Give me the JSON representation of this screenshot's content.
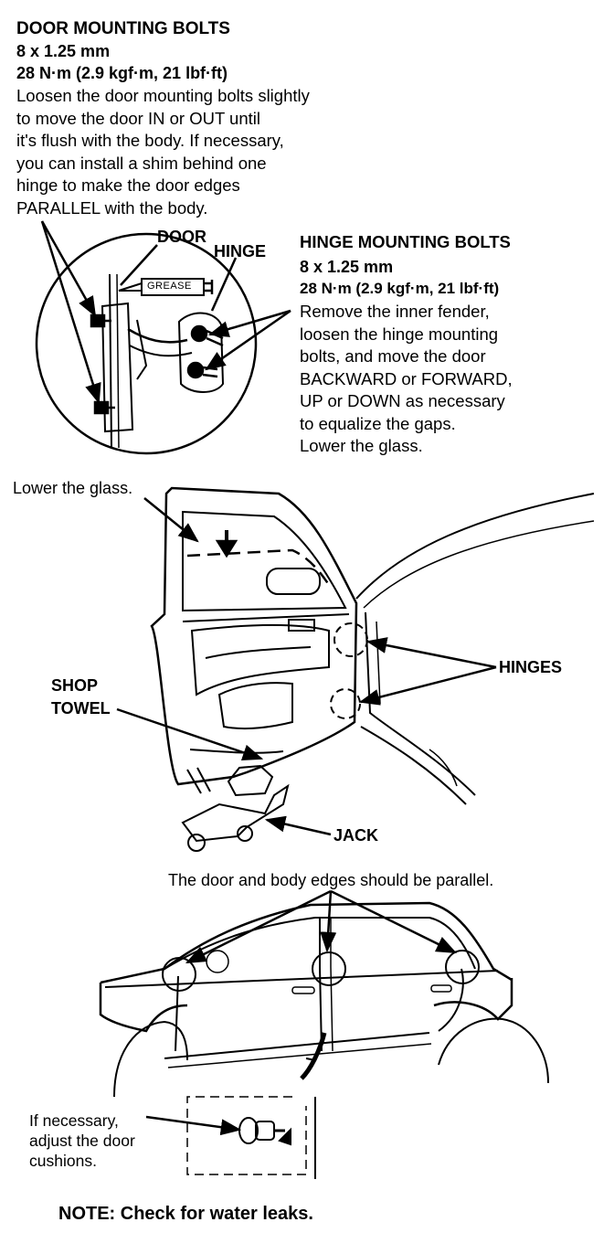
{
  "door_bolts": {
    "title": "DOOR MOUNTING BOLTS",
    "size": "8 x 1.25 mm",
    "torque": "28 N·m (2.9 kgf·m, 21 lbf·ft)",
    "instructions": [
      "Loosen the door mounting bolts slightly",
      "to move the door IN or OUT until",
      "it's flush with the body. If necessary,",
      "you can install a shim behind one",
      "hinge to make the door edges",
      "PARALLEL with the body."
    ]
  },
  "hinge_bolts": {
    "title": "HINGE MOUNTING BOLTS",
    "size": "8 x 1.25 mm",
    "torque": "28 N·m (2.9 kgf·m, 21 lbf·ft)",
    "instructions": [
      "Remove the inner fender,",
      "loosen the hinge mounting",
      "bolts, and move the door",
      "BACKWARD or FORWARD,",
      "UP or DOWN as necessary",
      "to equalize the gaps.",
      "Lower the glass."
    ]
  },
  "detail_labels": {
    "door": "DOOR",
    "hinge": "HINGE",
    "grease": "GREASE"
  },
  "door_view_labels": {
    "lower_glass": "Lower the glass.",
    "shop_towel_line1": "SHOP",
    "shop_towel_line2": "TOWEL",
    "hinges": "HINGES",
    "jack": "JACK"
  },
  "car_view": {
    "caption": "The door and body edges should be parallel.",
    "cushion_note": [
      "If necessary,",
      "adjust the door",
      "cushions."
    ]
  },
  "note": "NOTE:  Check for water leaks."
}
